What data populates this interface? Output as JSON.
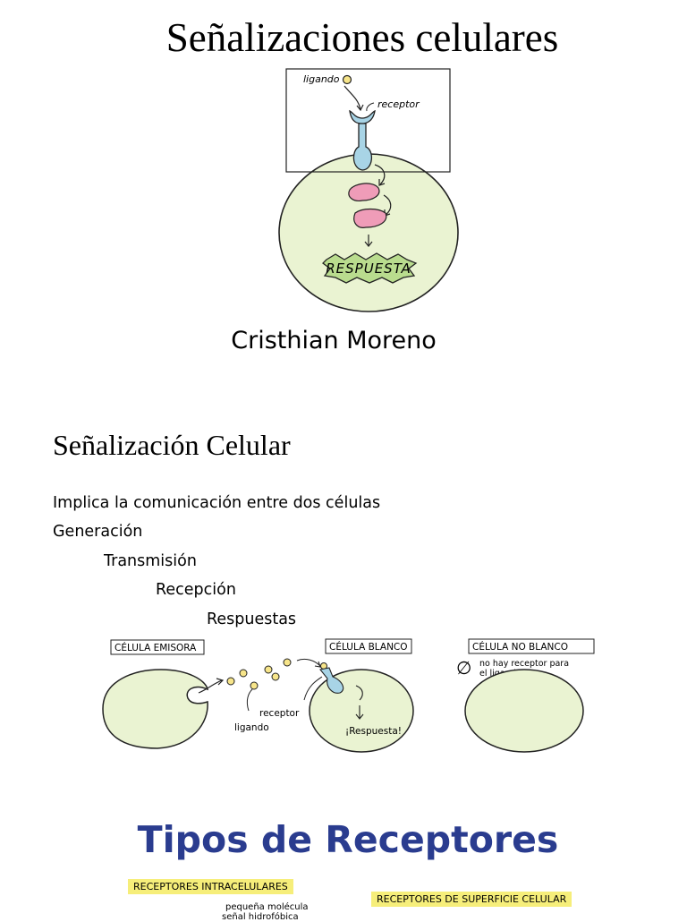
{
  "slide1": {
    "title": "Señalizaciones celulares",
    "author": "Cristhian Moreno",
    "diagram": {
      "ligand_label": "ligando",
      "receptor_label": "receptor",
      "response_label": "RESPUESTA"
    }
  },
  "slide2": {
    "title": "Señalización Celular",
    "bullets": [
      "Implica la comunicación entre dos células",
      "Generación",
      "Transmisión",
      "Recepción",
      "Respuestas"
    ],
    "diagram": {
      "sender_box": "CÉLULA EMISORA",
      "target_box": "CÉLULA BLANCO",
      "nontarget_box": "CÉLULA NO BLANCO",
      "no_receptor_text": "no hay receptor para el ligando",
      "receptor_label": "receptor",
      "ligand_label": "ligando",
      "response_label": "¡Respuesta!"
    }
  },
  "slide3": {
    "title": "Tipos de Receptores",
    "intracellular_label": "RECEPTORES INTRACELULARES",
    "surface_label": "RECEPTORES DE SUPERFICIE CELULAR",
    "small_molecule_line1": "pequeña molécula",
    "small_molecule_line2": "señal hidrofóbica"
  },
  "colors": {
    "cell_fill": "#eaf3d2",
    "receptor_fill": "#a8d4e6",
    "ligand_fill": "#f7e58a",
    "protein_fill": "#ef9cb8",
    "response_fill": "#b9dc8e",
    "title3_color": "#2a3c8f",
    "highlight": "#f6ee7a"
  }
}
